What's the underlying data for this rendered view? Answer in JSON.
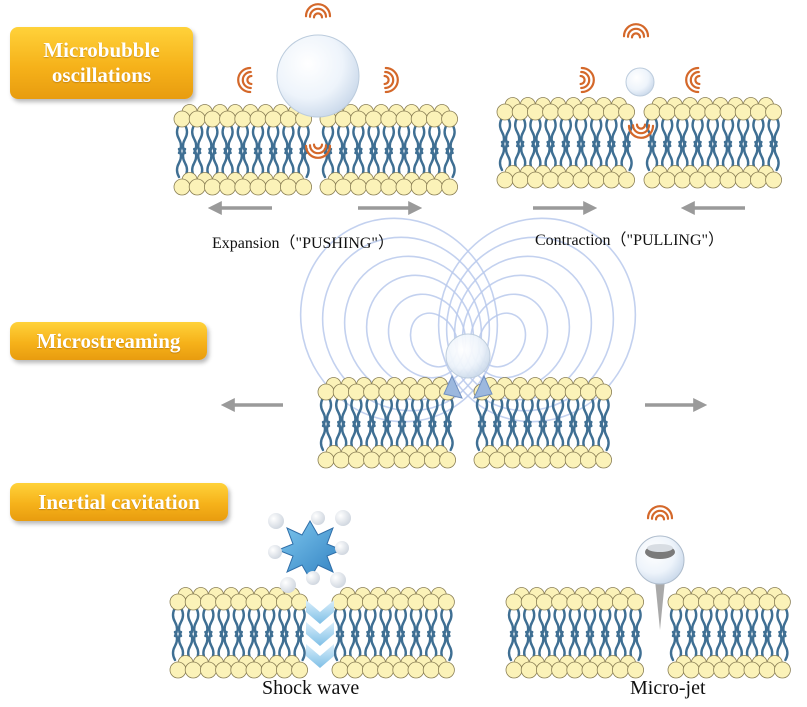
{
  "sections": {
    "microbubble": {
      "title": "Microbubble oscillations",
      "expansion_caption": "Expansion（\"PUSHING\"）",
      "contraction_caption": "Contraction（\"PULLING\"）"
    },
    "microstreaming": {
      "title": "Microstreaming"
    },
    "inertial": {
      "title": "Inertial cavitation",
      "shock_wave_caption": "Shock wave",
      "micro_jet_caption": "Micro-jet"
    }
  },
  "colors": {
    "badge": "#f6b21a",
    "head_fill": "#fbf2b8",
    "head_stroke": "#8a7f55",
    "tail": "#3f6f93",
    "arrow": "#9a9a9a",
    "wave": "#d4682a",
    "bubble": "#e8f1fb",
    "streaming": "#b8c9ec"
  }
}
